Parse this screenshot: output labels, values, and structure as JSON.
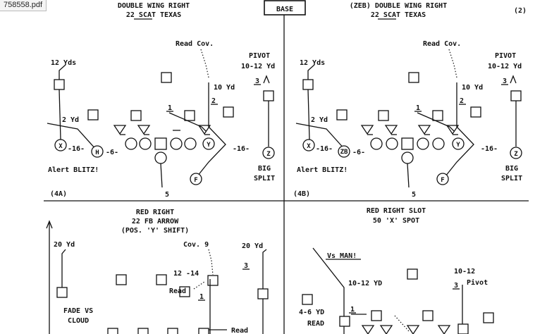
{
  "file_tab": "758558.pdf",
  "header_base": "BASE",
  "page_number": "(2)",
  "panels": {
    "a": {
      "title1": "DOUBLE WING RIGHT",
      "title2": "22 SCAT TEXAS",
      "dist12": "12 Yds",
      "dist2": "2 Yd",
      "readcov": "Read Cov.",
      "dist10": "10 Yd",
      "pivot": "PIVOT",
      "pivotdist": "10-12 Yd",
      "n1": "1",
      "n2": "2",
      "n3": "3",
      "x": "X",
      "h": "H",
      "y": "Y",
      "f": "F",
      "z": "Z",
      "s16a": "-16-",
      "s6": "-6-",
      "s16b": "-16-",
      "alert": "Alert BLITZ!",
      "big": "BIG",
      "split": "SPLIT",
      "id": "(4A)",
      "five": "5"
    },
    "b": {
      "title1": "(ZEB) DOUBLE WING RIGHT",
      "title2": "22 SCAT TEXAS",
      "dist12": "12 Yds",
      "dist2": "2 Yd",
      "readcov": "Read Cov.",
      "dist10": "10 Yd",
      "pivot": "PIVOT",
      "pivotdist": "10-12 Yd",
      "n1": "1",
      "n2": "2",
      "n3": "3",
      "x": "X",
      "h": "ZB",
      "y": "Y",
      "f": "F",
      "z": "Z",
      "s16a": "-16-",
      "s6": "-6-",
      "s16b": "-16-",
      "alert": "Alert BLITZ!",
      "big": "BIG",
      "split": "SPLIT",
      "id": "(4B)",
      "five": "5"
    },
    "c": {
      "title1": "RED RIGHT",
      "title2": "22 FB ARROW",
      "title3": "(POS. 'Y' SHIFT)",
      "yd20a": "20 Yd",
      "fade": "FADE VS",
      "cloud": "CLOUD",
      "cov": "Cov. 9",
      "d1214": "12 -14",
      "read": "Read",
      "n1": "1",
      "yd20b": "20 Yd",
      "n3": "3",
      "readb": "Read"
    },
    "d": {
      "title1": "RED RIGHT SLOT",
      "title2": "50 'X' SPOT",
      "vsman": "Vs MAN!",
      "d1012": "10-12 YD",
      "d46": "4-6 YD",
      "read": "READ",
      "n1": "1",
      "p1012": "10-12",
      "n3": "3",
      "pivot": "Pivot"
    }
  }
}
